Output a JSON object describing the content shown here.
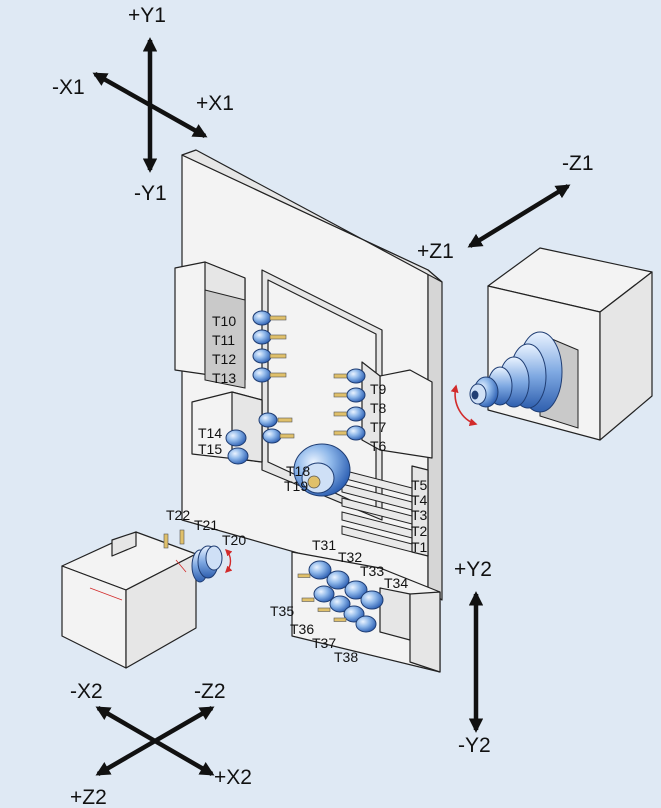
{
  "axes": {
    "y1_plus": "+Y1",
    "y1_minus": "-Y1",
    "x1_plus": "+X1",
    "x1_minus": "-X1",
    "z1_plus": "+Z1",
    "z1_minus": "-Z1",
    "y2_plus": "+Y2",
    "y2_minus": "-Y2",
    "x2_plus": "+X2",
    "x2_minus": "-X2",
    "z2_plus": "+Z2",
    "z2_minus": "-Z2"
  },
  "tools": {
    "t1": "T1",
    "t2": "T2",
    "t3": "T3",
    "t4": "T4",
    "t5": "T5",
    "t6": "T6",
    "t7": "T7",
    "t8": "T8",
    "t9": "T9",
    "t10": "T10",
    "t11": "T11",
    "t12": "T12",
    "t13": "T13",
    "t14": "T14",
    "t15": "T15",
    "t18": "T18",
    "t19": "T19",
    "t20": "T20",
    "t21": "T21",
    "t22": "T22",
    "t31": "T31",
    "t32": "T32",
    "t33": "T33",
    "t34": "T34",
    "t35": "T35",
    "t36": "T36",
    "t37": "T37",
    "t38": "T38"
  },
  "colors": {
    "background": "#dfe9f4",
    "tool_blue": "#5b8fd6",
    "rotation_red": "#d22b2b"
  }
}
